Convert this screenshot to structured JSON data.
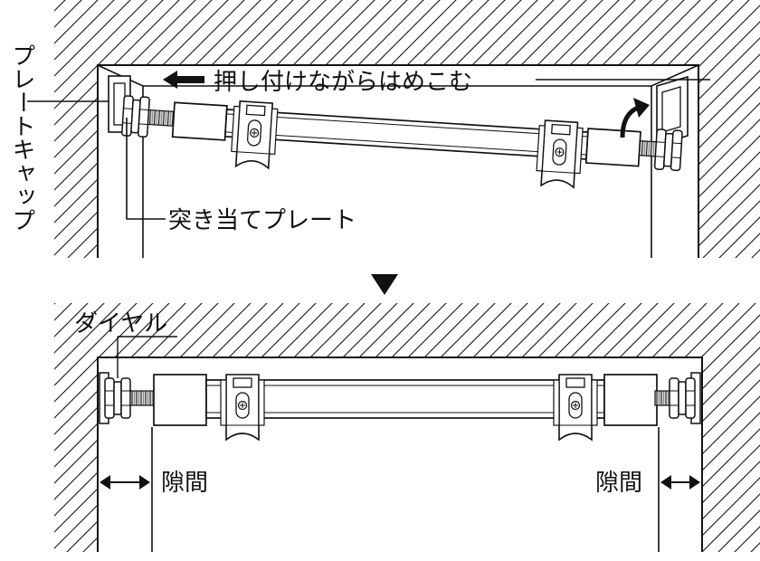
{
  "labels": {
    "plate_cap": "プレートキャップ",
    "push_in": "押し付けながらはめこむ",
    "stopper_plate": "突き当てプレート",
    "dial": "ダイヤル",
    "gap_left": "隙間",
    "gap_right": "隙間"
  },
  "colors": {
    "ink": "#111111",
    "rod_fill": "#ffffff",
    "thread_fill": "#cfcfcf",
    "background": "#ffffff"
  },
  "icons": {
    "push_arrow": "arrow-left-icon",
    "rotate_arrow": "curved-arrow-icon",
    "step_marker": "triangle-down-icon",
    "gap_arrows": "double-arrow-icon"
  }
}
